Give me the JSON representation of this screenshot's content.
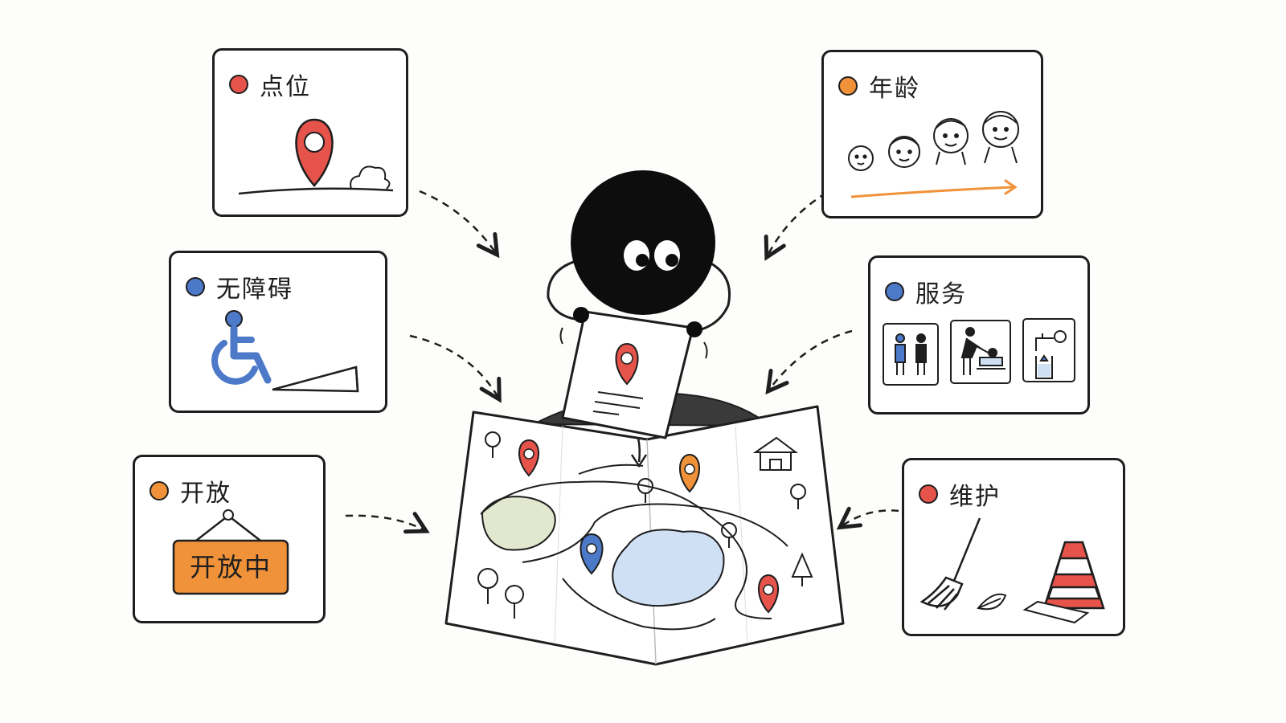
{
  "colors": {
    "red": "#e5534b",
    "orange": "#f0923a",
    "blue": "#4d79c9",
    "ink": "#1e1e1e",
    "water": "#cfe0f5",
    "grass": "#dfe6cc"
  },
  "cards": {
    "location": {
      "title": "点位",
      "dot_color": "#e5534b",
      "icon": "map-pin-icon"
    },
    "accessibility": {
      "title": "无障碍",
      "dot_color": "#4d79c9",
      "icon": "wheelchair-ramp-icon"
    },
    "open": {
      "title": "开放",
      "dot_color": "#f0923a",
      "icon": "open-sign-icon",
      "sign_text": "开放中"
    },
    "age": {
      "title": "年龄",
      "dot_color": "#f0923a",
      "icon": "age-faces-icon"
    },
    "service": {
      "title": "服务",
      "dot_color": "#4d79c9",
      "icon": "service-icons"
    },
    "maintenance": {
      "title": "维护",
      "dot_color": "#e5534b",
      "icon": "broom-cone-icon"
    }
  },
  "center": {
    "character": "black-blob-character",
    "map": "park-map",
    "map_pins": [
      "red",
      "orange",
      "blue",
      "red"
    ]
  }
}
